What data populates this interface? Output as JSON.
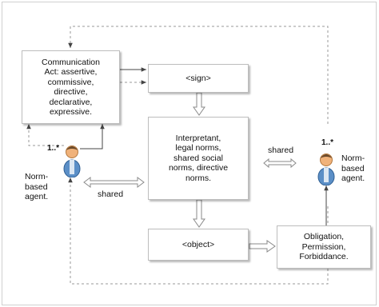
{
  "nodes": {
    "communication_act": "Communication\nAct: assertive,\ncommissive,\ndirective,\ndeclarative,\nexpressive.",
    "sign": "<sign>",
    "interpretant": "Interpretant,\nlegal norms,\nshared social\nnorms, directive\nnorms.",
    "object": "<object>",
    "obligation": "Obligation,\nPermission,\nForbiddance."
  },
  "agents": {
    "left": {
      "label": "Norm-\nbased\nagent.",
      "multiplicity": "1..*"
    },
    "right": {
      "label": "Norm-\nbased\nagent.",
      "multiplicity": "1..*"
    }
  },
  "edge_labels": {
    "shared_left": "shared",
    "shared_right": "shared"
  },
  "colors": {
    "box_border": "#bdbdbd",
    "arrow": "#8a8a8a",
    "agent_body": "#5b8fc7",
    "agent_head": "#f0b27a"
  },
  "icons": {
    "agent": "person-icon"
  }
}
